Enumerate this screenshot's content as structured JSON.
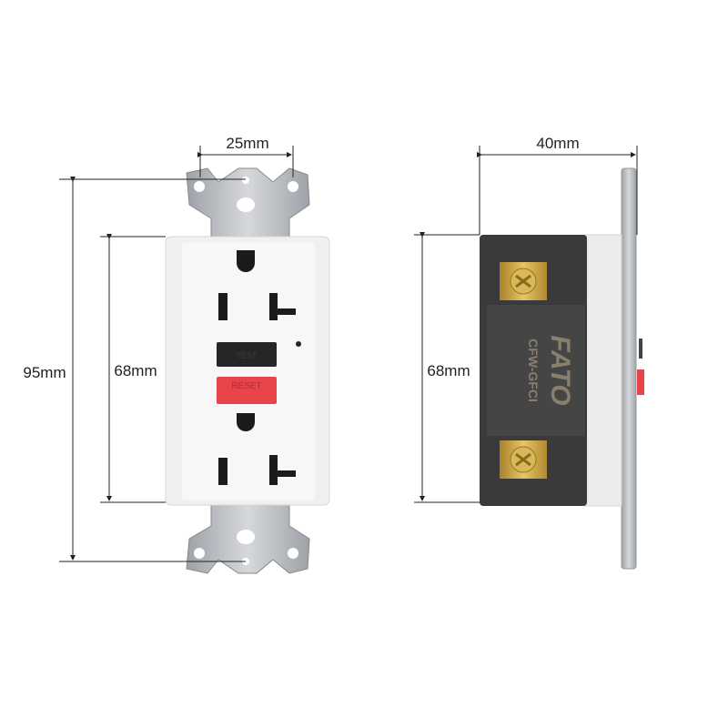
{
  "dimensions": {
    "front_mounting_hole_spacing": "25mm",
    "front_total_height": "95mm",
    "front_body_height": "68mm",
    "side_body_height": "68mm",
    "side_depth": "40mm"
  },
  "front_view": {
    "reset_label": "RESET",
    "test_label": "TEST"
  },
  "side_view": {
    "brand": "FATO",
    "model": "CFW-GFCI"
  },
  "colors": {
    "body": "#f2f2f2",
    "housing": "#3a3a3a",
    "reset_button": "#e8454a",
    "test_button": "#262626",
    "terminal_brass": "#c9a23c",
    "strap_metal": "#b9bcc2"
  }
}
